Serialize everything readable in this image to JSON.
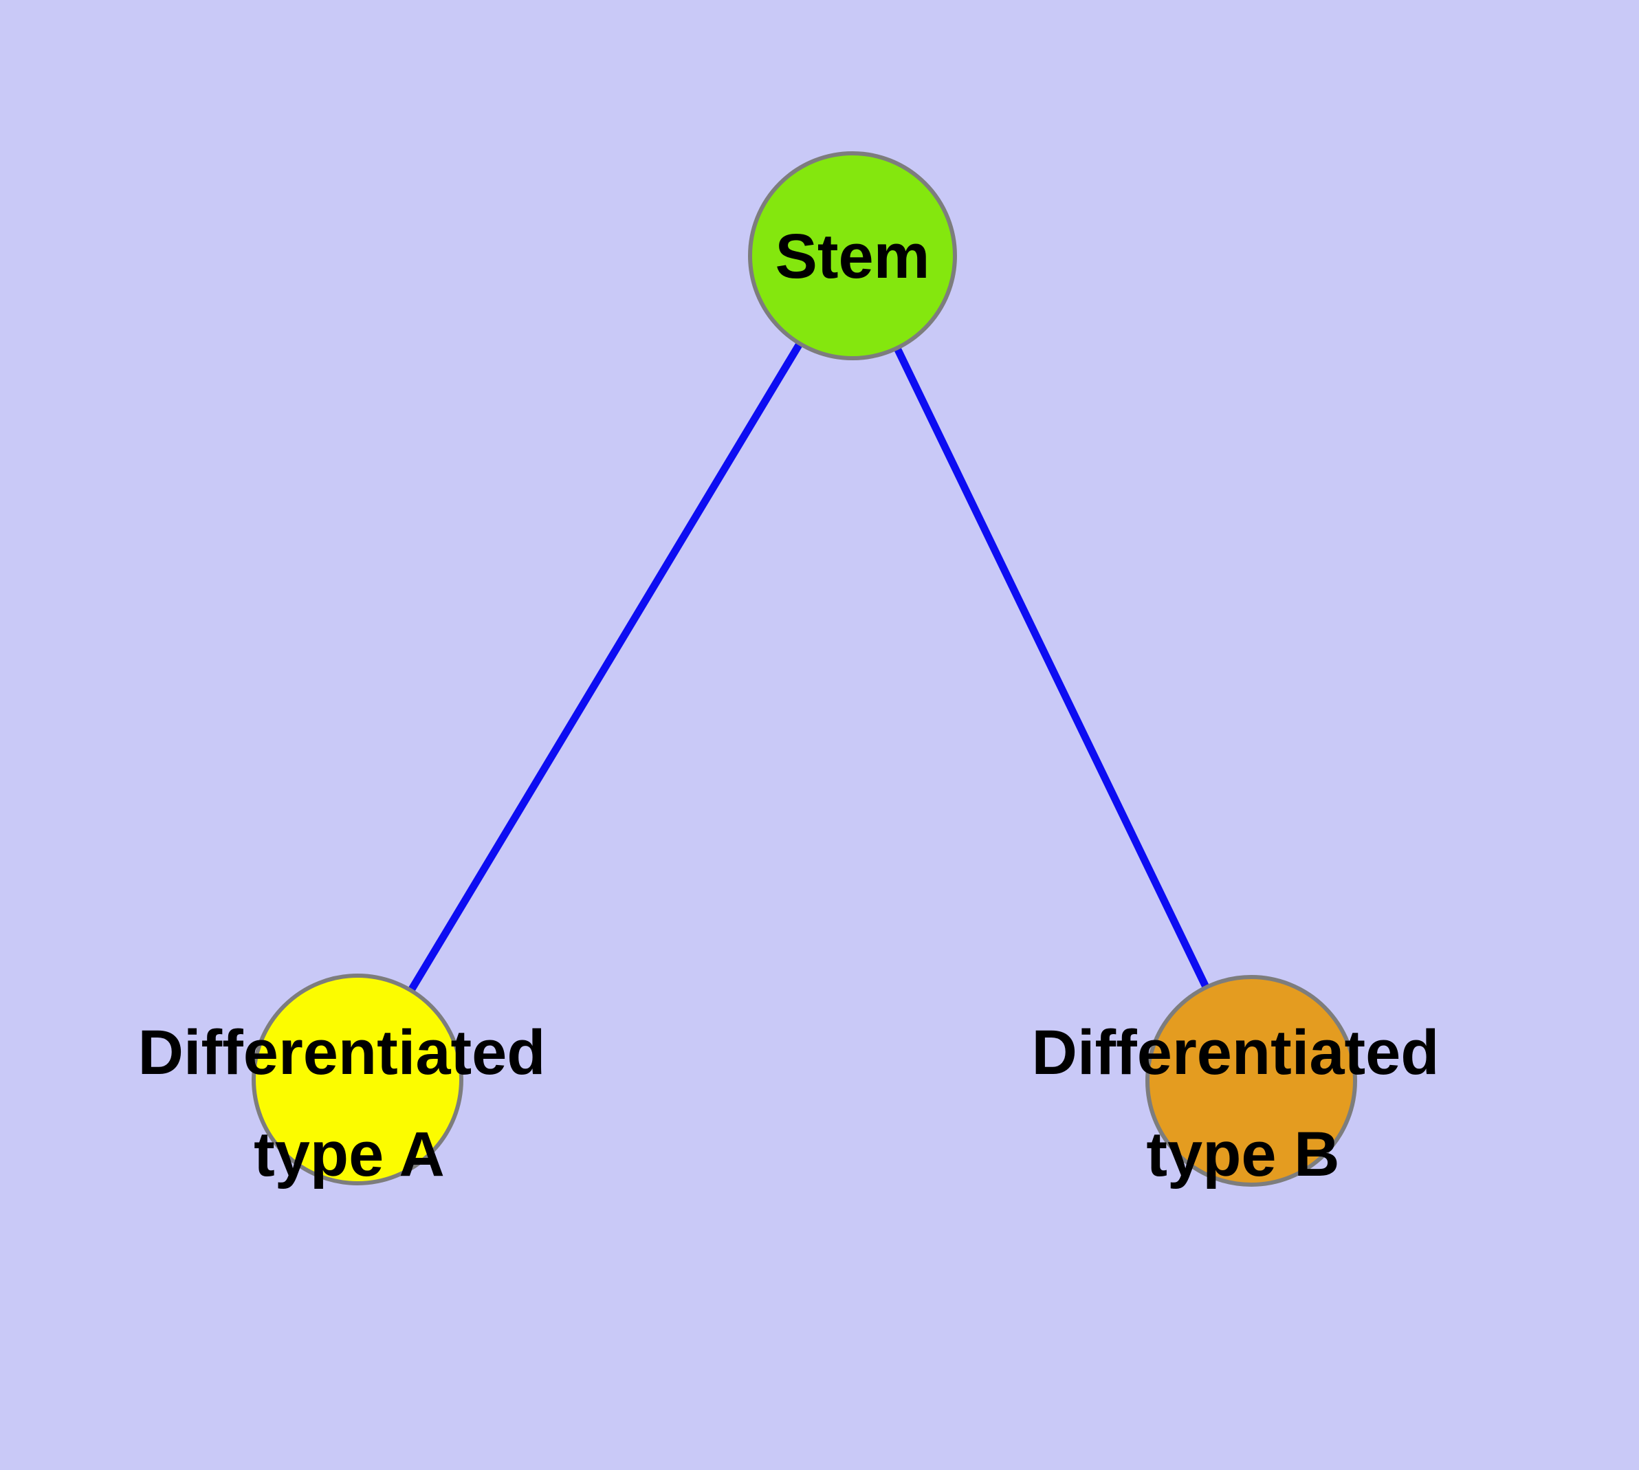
{
  "diagram": {
    "background_color": "#c9c9f7",
    "edge_color": "#0d0df2",
    "node_border_color": "#7d7d7d",
    "text_color": "#000000",
    "nodes": [
      {
        "id": "stem",
        "label_lines": [
          "Stem"
        ],
        "fill": "#84e70e"
      },
      {
        "id": "type-a",
        "label_lines": [
          "Differentiated",
          "type A"
        ],
        "fill": "#fcfc00"
      },
      {
        "id": "type-b",
        "label_lines": [
          "Differentiated",
          "type B"
        ],
        "fill": "#e49c20"
      }
    ],
    "edges": [
      {
        "from": "stem",
        "to": "type-a"
      },
      {
        "from": "stem",
        "to": "type-b"
      }
    ]
  }
}
